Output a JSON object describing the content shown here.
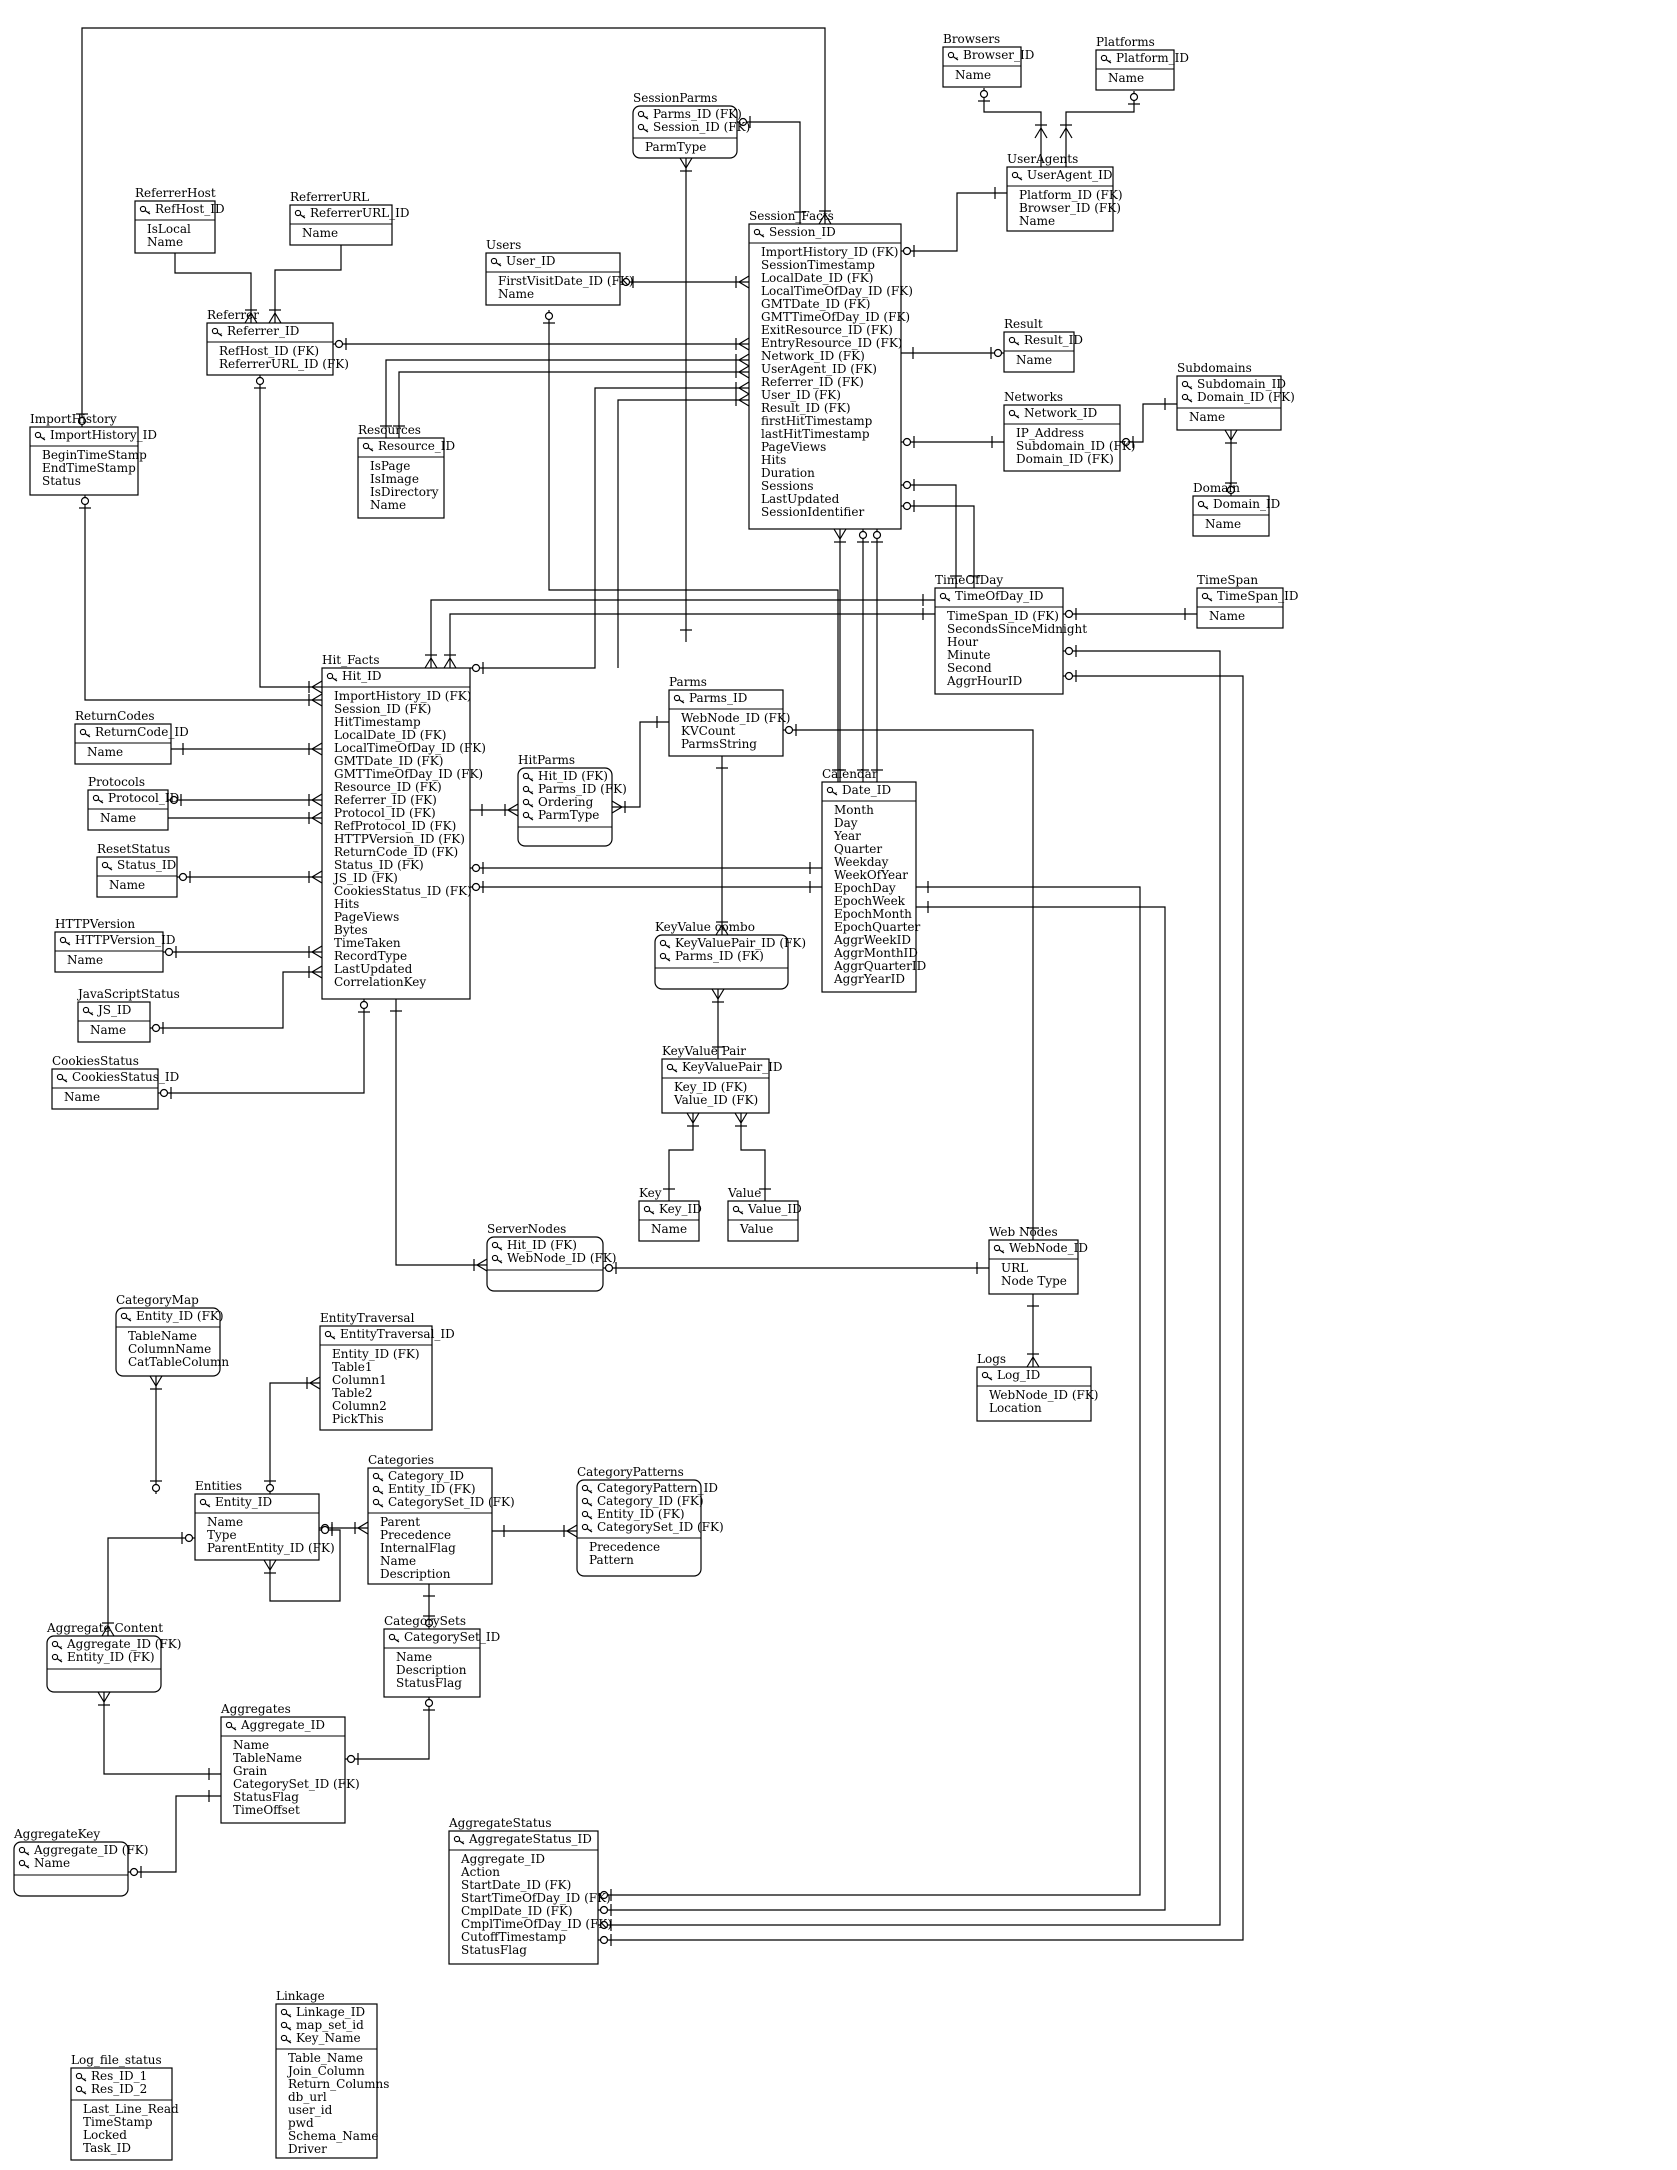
{
  "entities": [
    {
      "name": "Browsers",
      "keys": [
        "Browser_ID"
      ],
      "attrs": [
        "Name"
      ]
    },
    {
      "name": "Platforms",
      "keys": [
        "Platform_ID"
      ],
      "attrs": [
        "Name"
      ]
    },
    {
      "name": "SessionParms",
      "keys": [
        "Parms_ID (FK)",
        "Session_ID (FK)"
      ],
      "attrs": [
        "ParmType"
      ]
    },
    {
      "name": "UserAgents",
      "keys": [
        "UserAgent_ID"
      ],
      "attrs": [
        "Platform_ID (FK)",
        "Browser_ID (FK)",
        "Name"
      ]
    },
    {
      "name": "ReferrerHost",
      "keys": [
        "RefHost_ID"
      ],
      "attrs": [
        "IsLocal",
        "Name"
      ]
    },
    {
      "name": "ReferrerURL",
      "keys": [
        "ReferrerURL_ID"
      ],
      "attrs": [
        "Name"
      ]
    },
    {
      "name": "Users",
      "keys": [
        "User_ID"
      ],
      "attrs": [
        "FirstVisitDate_ID (FK)",
        "Name"
      ]
    },
    {
      "name": "Session_Facts",
      "keys": [
        "Session_ID"
      ],
      "attrs": [
        "ImportHistory_ID (FK)",
        "SessionTimestamp",
        "LocalDate_ID (FK)",
        "LocalTimeOfDay_ID (FK)",
        "GMTDate_ID (FK)",
        "GMTTimeOfDay_ID (FK)",
        "ExitResource_ID (FK)",
        "EntryResource_ID (FK)",
        "Network_ID (FK)",
        "UserAgent_ID (FK)",
        "Referrer_ID (FK)",
        "User_ID (FK)",
        "Result_ID (FK)",
        "firstHitTimestamp",
        "lastHitTimestamp",
        "PageViews",
        "Hits",
        "Duration",
        "Sessions",
        "LastUpdated",
        "SessionIdentifier"
      ]
    },
    {
      "name": "Referrer",
      "keys": [
        "Referrer_ID"
      ],
      "attrs": [
        "RefHost_ID (FK)",
        "ReferrerURL_ID (FK)"
      ]
    },
    {
      "name": "Result",
      "keys": [
        "Result_ID"
      ],
      "attrs": [
        "Name"
      ]
    },
    {
      "name": "Subdomains",
      "keys": [
        "Subdomain_ID",
        "Domain_ID (FK)"
      ],
      "attrs": [
        "Name"
      ]
    },
    {
      "name": "Networks",
      "keys": [
        "Network_ID"
      ],
      "attrs": [
        "IP_Address",
        "Subdomain_ID (FK)",
        "Domain_ID (FK)"
      ]
    },
    {
      "name": "ImportHistory",
      "keys": [
        "ImportHistory_ID"
      ],
      "attrs": [
        "BeginTimeStamp",
        "EndTimeStamp",
        "Status"
      ]
    },
    {
      "name": "Resources",
      "keys": [
        "Resource_ID"
      ],
      "attrs": [
        "IsPage",
        "IsImage",
        "IsDirectory",
        "Name"
      ]
    },
    {
      "name": "Domain",
      "keys": [
        "Domain_ID"
      ],
      "attrs": [
        "Name"
      ]
    },
    {
      "name": "TimeSpan",
      "keys": [
        "TimeSpan_ID"
      ],
      "attrs": [
        "Name"
      ]
    },
    {
      "name": "TimeOfDay",
      "keys": [
        "TimeOfDay_ID"
      ],
      "attrs": [
        "TimeSpan_ID (FK)",
        "SecondsSinceMidnight",
        "Hour",
        "Minute",
        "Second",
        "AggrHourID"
      ]
    },
    {
      "name": "Hit_Facts",
      "keys": [
        "Hit_ID"
      ],
      "attrs": [
        "ImportHistory_ID (FK)",
        "Session_ID (FK)",
        "HitTimestamp",
        "LocalDate_ID (FK)",
        "LocalTimeOfDay_ID (FK)",
        "GMTDate_ID (FK)",
        "GMTTimeOfDay_ID (FK)",
        "Resource_ID (FK)",
        "Referrer_ID (FK)",
        "Protocol_ID (FK)",
        "RefProtocol_ID (FK)",
        "HTTPVersion_ID (FK)",
        "ReturnCode_ID (FK)",
        "Status_ID (FK)",
        "JS_ID (FK)",
        "CookiesStatus_ID (FK)",
        "Hits",
        "PageViews",
        "Bytes",
        "TimeTaken",
        "RecordType",
        "LastUpdated",
        "CorrelationKey"
      ]
    },
    {
      "name": "Parms",
      "keys": [
        "Parms_ID"
      ],
      "attrs": [
        "WebNode_ID (FK)",
        "KVCount",
        "ParmsString"
      ]
    },
    {
      "name": "ReturnCodes",
      "keys": [
        "ReturnCode_ID"
      ],
      "attrs": [
        "Name"
      ]
    },
    {
      "name": "HitParms",
      "keys": [
        "Hit_ID (FK)",
        "Parms_ID (FK)",
        "Ordering",
        "ParmType"
      ],
      "attrs": []
    },
    {
      "name": "Calendar",
      "keys": [
        "Date_ID"
      ],
      "attrs": [
        "Month",
        "Day",
        "Year",
        "Quarter",
        "Weekday",
        "WeekOfYear",
        "EpochDay",
        "EpochWeek",
        "EpochMonth",
        "EpochQuarter",
        "AggrWeekID",
        "AggrMonthID",
        "AggrQuarterID",
        "AggrYearID"
      ]
    },
    {
      "name": "Protocols",
      "keys": [
        "Protocol_ID"
      ],
      "attrs": [
        "Name"
      ]
    },
    {
      "name": "ResetStatus",
      "keys": [
        "Status_ID"
      ],
      "attrs": [
        "Name"
      ]
    },
    {
      "name": "HTTPVersion",
      "keys": [
        "HTTPVersion_ID"
      ],
      "attrs": [
        "Name"
      ]
    },
    {
      "name": "KeyValue combo",
      "keys": [
        "KeyValuePair_ID (FK)",
        "Parms_ID (FK)"
      ],
      "attrs": []
    },
    {
      "name": "JavaScriptStatus",
      "keys": [
        "JS_ID"
      ],
      "attrs": [
        "Name"
      ]
    },
    {
      "name": "KeyValue Pair",
      "keys": [
        "KeyValuePair_ID"
      ],
      "attrs": [
        "Key_ID (FK)",
        "Value_ID (FK)"
      ]
    },
    {
      "name": "CookiesStatus",
      "keys": [
        "CookiesStatus_ID"
      ],
      "attrs": [
        "Name"
      ]
    },
    {
      "name": "Key",
      "keys": [
        "Key_ID"
      ],
      "attrs": [
        "Name"
      ]
    },
    {
      "name": "Value",
      "keys": [
        "Value_ID"
      ],
      "attrs": [
        "Value"
      ]
    },
    {
      "name": "ServerNodes",
      "keys": [
        "Hit_ID (FK)",
        "WebNode_ID (FK)"
      ],
      "attrs": []
    },
    {
      "name": "Web Nodes",
      "keys": [
        "WebNode_ID"
      ],
      "attrs": [
        "URL",
        "Node Type"
      ]
    },
    {
      "name": "CategoryMap",
      "keys": [
        "Entity_ID (FK)"
      ],
      "attrs": [
        "TableName",
        "ColumnName",
        "CatTableColumn"
      ]
    },
    {
      "name": "EntityTraversal",
      "keys": [
        "EntityTraversal_ID"
      ],
      "attrs": [
        "Entity_ID (FK)",
        "Table1",
        "Column1",
        "Table2",
        "Column2",
        "PickThis"
      ]
    },
    {
      "name": "Logs",
      "keys": [
        "Log_ID"
      ],
      "attrs": [
        "WebNode_ID (FK)",
        "Location"
      ]
    },
    {
      "name": "Categories",
      "keys": [
        "Category_ID",
        "Entity_ID (FK)",
        "CategorySet_ID (FK)"
      ],
      "attrs": [
        "Parent",
        "Precedence",
        "InternalFlag",
        "Name",
        "Description"
      ]
    },
    {
      "name": "CategoryPatterns",
      "keys": [
        "CategoryPattern_ID",
        "Category_ID (FK)",
        "Entity_ID (FK)",
        "CategorySet_ID (FK)"
      ],
      "attrs": [
        "Precedence",
        "Pattern"
      ]
    },
    {
      "name": "Entities",
      "keys": [
        "Entity_ID"
      ],
      "attrs": [
        "Name",
        "Type",
        "ParentEntity_ID (FK)"
      ]
    },
    {
      "name": "CategorySets",
      "keys": [
        "CategorySet_ID"
      ],
      "attrs": [
        "Name",
        "Description",
        "StatusFlag"
      ]
    },
    {
      "name": "Aggregate Content",
      "keys": [
        "Aggregate_ID (FK)",
        "Entity_ID (FK)"
      ],
      "attrs": []
    },
    {
      "name": "Aggregates",
      "keys": [
        "Aggregate_ID"
      ],
      "attrs": [
        "Name",
        "TableName",
        "Grain",
        "CategorySet_ID (FK)",
        "StatusFlag",
        "TimeOffset"
      ]
    },
    {
      "name": "AggregateKey",
      "keys": [
        "Aggregate_ID (FK)",
        "Name"
      ],
      "attrs": []
    },
    {
      "name": "AggregateStatus",
      "keys": [
        "AggregateStatus_ID"
      ],
      "attrs": [
        "Aggregate_ID",
        "Action",
        "StartDate_ID (FK)",
        "StartTimeOfDay_ID (FK)",
        "CmplDate_ID (FK)",
        "CmplTimeOfDay_ID (FK)",
        "CutoffTimestamp",
        "StatusFlag"
      ]
    },
    {
      "name": "Linkage",
      "keys": [
        "Linkage_ID",
        "map_set_id",
        "Key_Name"
      ],
      "attrs": [
        "Table_Name",
        "Join_Column",
        "Return_Columns",
        "db_url",
        "user_id",
        "pwd",
        "Schema_Name",
        "Driver"
      ]
    },
    {
      "name": "Log_file_status",
      "keys": [
        "Res_ID_1",
        "Res_ID_2"
      ],
      "attrs": [
        "Last_Line_Read",
        "TimeStamp",
        "Locked",
        "Task_ID"
      ]
    }
  ]
}
